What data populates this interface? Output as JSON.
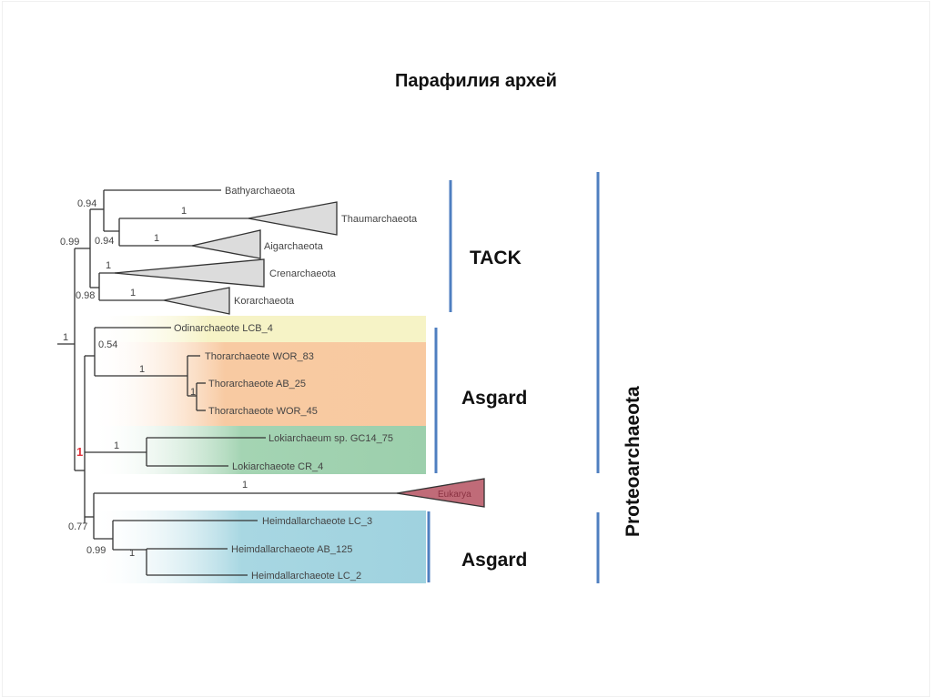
{
  "title": "Парафилия архей",
  "tree": {
    "taxa": {
      "bathy": "Bathyarchaeota",
      "thaum": "Thaumarchaeota",
      "aigar": "Aigarchaeota",
      "cren": "Crenarchaeota",
      "kor": "Korarchaeota",
      "odin": "Odinarchaeote LCB_4",
      "thor83": "Thorarchaeote WOR_83",
      "thorab25": "Thorarchaeote AB_25",
      "thor45": "Thorarchaeote WOR_45",
      "loki75": "Lokiarchaeum sp. GC14_75",
      "lokicr4": "Lokiarchaeote CR_4",
      "euk": "Eukarya",
      "heimlc3": "Heimdallarchaeote LC_3",
      "heimab125": "Heimdallarchaeote AB_125",
      "heimlc2": "Heimdallarchaeote LC_2"
    },
    "support": {
      "root": "1",
      "tack_all": "0.99",
      "bathy_node": "0.94",
      "thaum_aig": "0.94",
      "thaum": "1",
      "aig": "1",
      "cren_kor": "0.98",
      "cren": "1",
      "kor": "1",
      "asgard_all": "1",
      "odin_thor": "0.54",
      "thor": "1",
      "thor_inner": "1",
      "loki": "1",
      "euk_heim": "0.77",
      "euk": "1",
      "heim": "0.99",
      "heim_inner": "1"
    }
  },
  "groups": {
    "tack": "TACK",
    "asgard1": "Asgard",
    "asgard2": "Asgard",
    "proteo": "Proteoarchaeota"
  },
  "colors": {
    "bracket": "#4f7fc0",
    "odin_band": "#f6f3c6",
    "thor_band": "#f8c9a0",
    "loki_band": "#9fd0ae",
    "heim_band": "#9fd2df",
    "eukarya": "#c06b78",
    "triangle": "#dddddd",
    "support_red": "#e0333c"
  }
}
